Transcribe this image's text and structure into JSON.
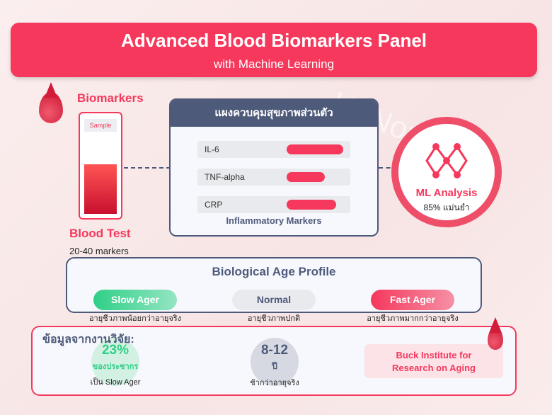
{
  "header": {
    "title": "Advanced Blood Biomarkers Panel",
    "subtitle": "with Machine Learning"
  },
  "watermark": "HaNonn.com",
  "left": {
    "title": "Biomarkers",
    "sample_label": "Sample",
    "test_title": "Blood Test",
    "test_count": "20-40 markers"
  },
  "dashboard": {
    "title": "แผงควบคุมสุขภาพส่วนตัว",
    "markers": [
      {
        "name": "IL-6",
        "level": 1.0
      },
      {
        "name": "TNF-alpha",
        "level": 0.68
      },
      {
        "name": "CRP",
        "level": 0.87
      }
    ],
    "caption": "Inflammatory Markers"
  },
  "ml": {
    "title": "ML Analysis",
    "accuracy": "85% แม่นยำ"
  },
  "age_profile": {
    "title": "Biological Age Profile",
    "categories": [
      {
        "label": "Slow Ager",
        "desc": "อายุชีวภาพน้อยกว่าอายุจริง"
      },
      {
        "label": "Normal",
        "desc": "อายุชีวภาพปกติ"
      },
      {
        "label": "Fast Ager",
        "desc": "อายุชีวภาพมากกว่าอายุจริง"
      }
    ]
  },
  "research": {
    "title": "ข้อมูลจากงานวิจัย:",
    "stat1": {
      "value": "23%",
      "unit": "ของประชากร",
      "desc": "เป็น Slow Ager"
    },
    "stat2": {
      "value": "8-12",
      "unit": "ปี",
      "desc": "ช้ากว่าอายุจริง"
    },
    "source": "Buck Institute for Research on Aging"
  },
  "colors": {
    "accent": "#f5385c",
    "navy": "#4e5a7a",
    "green": "#2fcf87"
  }
}
